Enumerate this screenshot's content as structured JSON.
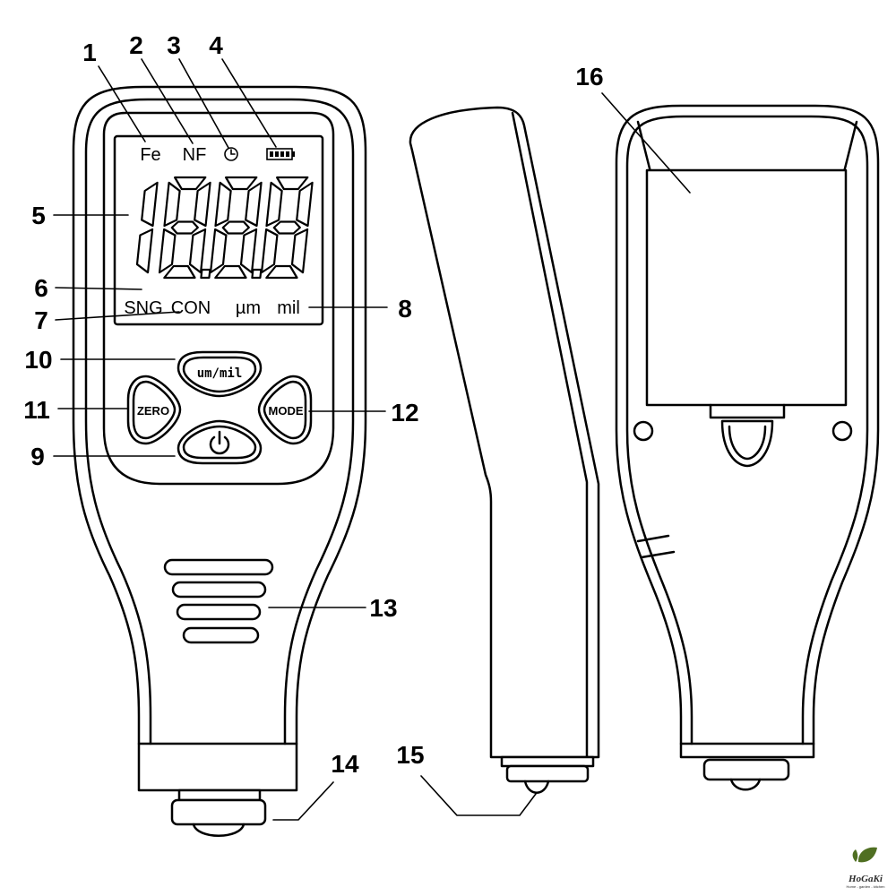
{
  "callouts": [
    {
      "label": "1"
    },
    {
      "label": "2"
    },
    {
      "label": "3"
    },
    {
      "label": "4"
    },
    {
      "label": "5"
    },
    {
      "label": "6"
    },
    {
      "label": "7"
    },
    {
      "label": "8"
    },
    {
      "label": "9"
    },
    {
      "label": "10"
    },
    {
      "label": "11"
    },
    {
      "label": "12"
    },
    {
      "label": "13"
    },
    {
      "label": "14"
    },
    {
      "label": "15"
    },
    {
      "label": "16"
    }
  ],
  "display": {
    "fe_label": "Fe",
    "nf_label": "NF",
    "clock_icon": "clock-icon",
    "battery_icon": "battery-icon",
    "reading": "18.8.8",
    "sng_label": "SNG",
    "con_label": "CON",
    "um_label": "µm",
    "mil_label": "mil"
  },
  "buttons": {
    "unit_label": "um/mil",
    "zero_label": "ZERO",
    "mode_label": "MODE",
    "power_icon": "power-icon"
  },
  "logo": {
    "name": "HoGaKi",
    "tagline": "Home - garden - kitchen"
  },
  "colors": {
    "line": "#000000",
    "background": "#ffffff",
    "logo_leaf": "#4f6f22"
  }
}
